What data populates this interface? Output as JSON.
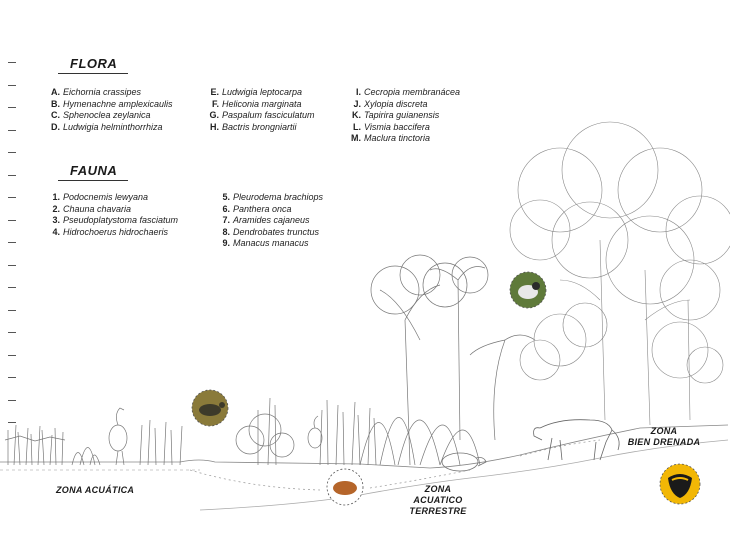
{
  "flora": {
    "heading": "FLORA",
    "items": [
      {
        "key": "A.",
        "name": "Eichornia crassipes"
      },
      {
        "key": "B.",
        "name": "Hymenachne amplexicaulis"
      },
      {
        "key": "C.",
        "name": "Sphenoclea zeylanica"
      },
      {
        "key": "D.",
        "name": "Ludwigia helminthorrhiza"
      },
      {
        "key": "E.",
        "name": "Ludwigia leptocarpa"
      },
      {
        "key": "F.",
        "name": "Heliconia marginata"
      },
      {
        "key": "G.",
        "name": "Paspalum fasciculatum"
      },
      {
        "key": "H.",
        "name": "Bactris brongniartii"
      },
      {
        "key": "I.",
        "name": "Cecropia membranácea"
      },
      {
        "key": "J.",
        "name": "Xylopia discreta"
      },
      {
        "key": "K.",
        "name": "Tapirira guianensis"
      },
      {
        "key": "L.",
        "name": "Vismia baccifera"
      },
      {
        "key": "M.",
        "name": "Maclura tinctoria"
      }
    ]
  },
  "fauna": {
    "heading": "FAUNA",
    "items": [
      {
        "key": "1.",
        "name": "Podocnemis lewyana"
      },
      {
        "key": "2.",
        "name": "Chauna chavaria"
      },
      {
        "key": "3.",
        "name": "Pseudoplatystoma fasciatum"
      },
      {
        "key": "4.",
        "name": "Hidrochoerus hidrochaeris"
      },
      {
        "key": "5.",
        "name": "Pleurodema brachiops"
      },
      {
        "key": "6.",
        "name": "Panthera onca"
      },
      {
        "key": "7.",
        "name": "Aramides cajaneus"
      },
      {
        "key": "8.",
        "name": "Dendrobates trunctus"
      },
      {
        "key": "9.",
        "name": "Manacus manacus"
      }
    ]
  },
  "zones": {
    "aquatic": "ZONA ACUÁTICA",
    "aquatic_terrestrial_line1": "ZONA",
    "aquatic_terrestrial_line2": "ACUATICO TERRESTRE",
    "well_drained_line1": "ZONA",
    "well_drained_line2": "BIEN DRENADA"
  },
  "colors": {
    "text": "#1a1a1a",
    "sketch": "#777777",
    "frog_yellow": "#f2b705",
    "turtle_bg": "#8a7a3a",
    "bird_bg": "#5f7a3a",
    "toad": "#b5652a"
  }
}
